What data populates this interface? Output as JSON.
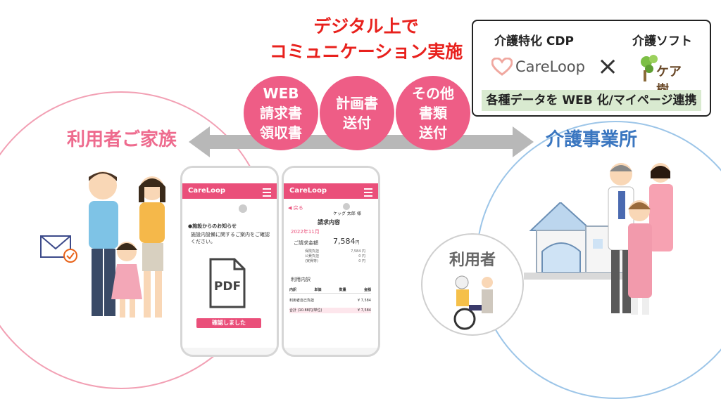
{
  "headline": {
    "line1": "デジタル上で",
    "line2": "コミュニケーション実施"
  },
  "bubbles": [
    {
      "lines": [
        "WEB",
        "請求書",
        "領収書"
      ]
    },
    {
      "lines": [
        "計画書",
        "送付"
      ]
    },
    {
      "lines": [
        "その他",
        "書類",
        "送付"
      ]
    }
  ],
  "labels": {
    "family": "利用者ご家族",
    "office": "介護事業所",
    "user": "利用者"
  },
  "partner": {
    "left_title": "介護特化 CDP",
    "right_title": "介護ソフト",
    "careloop_logo": "CareLoop",
    "kajuu_logo": "ケア樹",
    "times": "×",
    "band": "各種データを WEB 化/マイページ連携"
  },
  "phone1": {
    "brand": "CareLoop",
    "notice_title": "●施設からのお知らせ",
    "notice_body": "施設内設備に関するご案内をご確認ください。",
    "pdf": "PDF",
    "button": "確認しました"
  },
  "phone2": {
    "brand": "CareLoop",
    "back": "戻る",
    "user_name": "ケッグ 太郎 様",
    "section": "請求内容",
    "month": "2022年11月",
    "amount_label": "ご請求金額",
    "amount": "7,584",
    "yen": "円",
    "sub_rows": [
      {
        "label": "保険負担",
        "value": "7,584 円"
      },
      {
        "label": "公費負担",
        "value": "0 円"
      },
      {
        "label": "(実費等)",
        "value": "0 円"
      }
    ],
    "detail_title": "利用内訳",
    "table_head": [
      "内訳",
      "単価",
      "数量",
      "金額"
    ],
    "table_rows": [
      {
        "item": "利用者自己負担",
        "amount": "¥ 7,584"
      }
    ],
    "total_label": "合計 (10.88円/単位)",
    "total_amount": "¥ 7,584"
  },
  "colors": {
    "accent_pink": "#ee5d86",
    "headline_red": "#e8211d",
    "office_blue": "#3a76c0",
    "band_green": "#d9ead0"
  }
}
